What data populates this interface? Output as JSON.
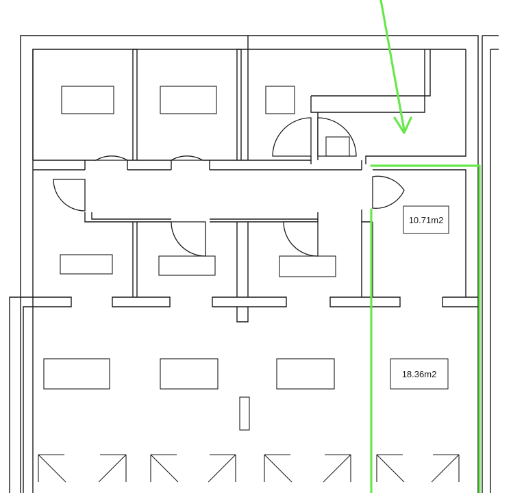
{
  "plan": {
    "areas": [
      {
        "id": "upper-right-room",
        "label": "10.71m2"
      },
      {
        "id": "lower-right-room",
        "label": "18.36m2"
      }
    ]
  },
  "colors": {
    "walls": "#1a1a1a",
    "background": "#ffffff",
    "highlight": "#66e84a"
  }
}
